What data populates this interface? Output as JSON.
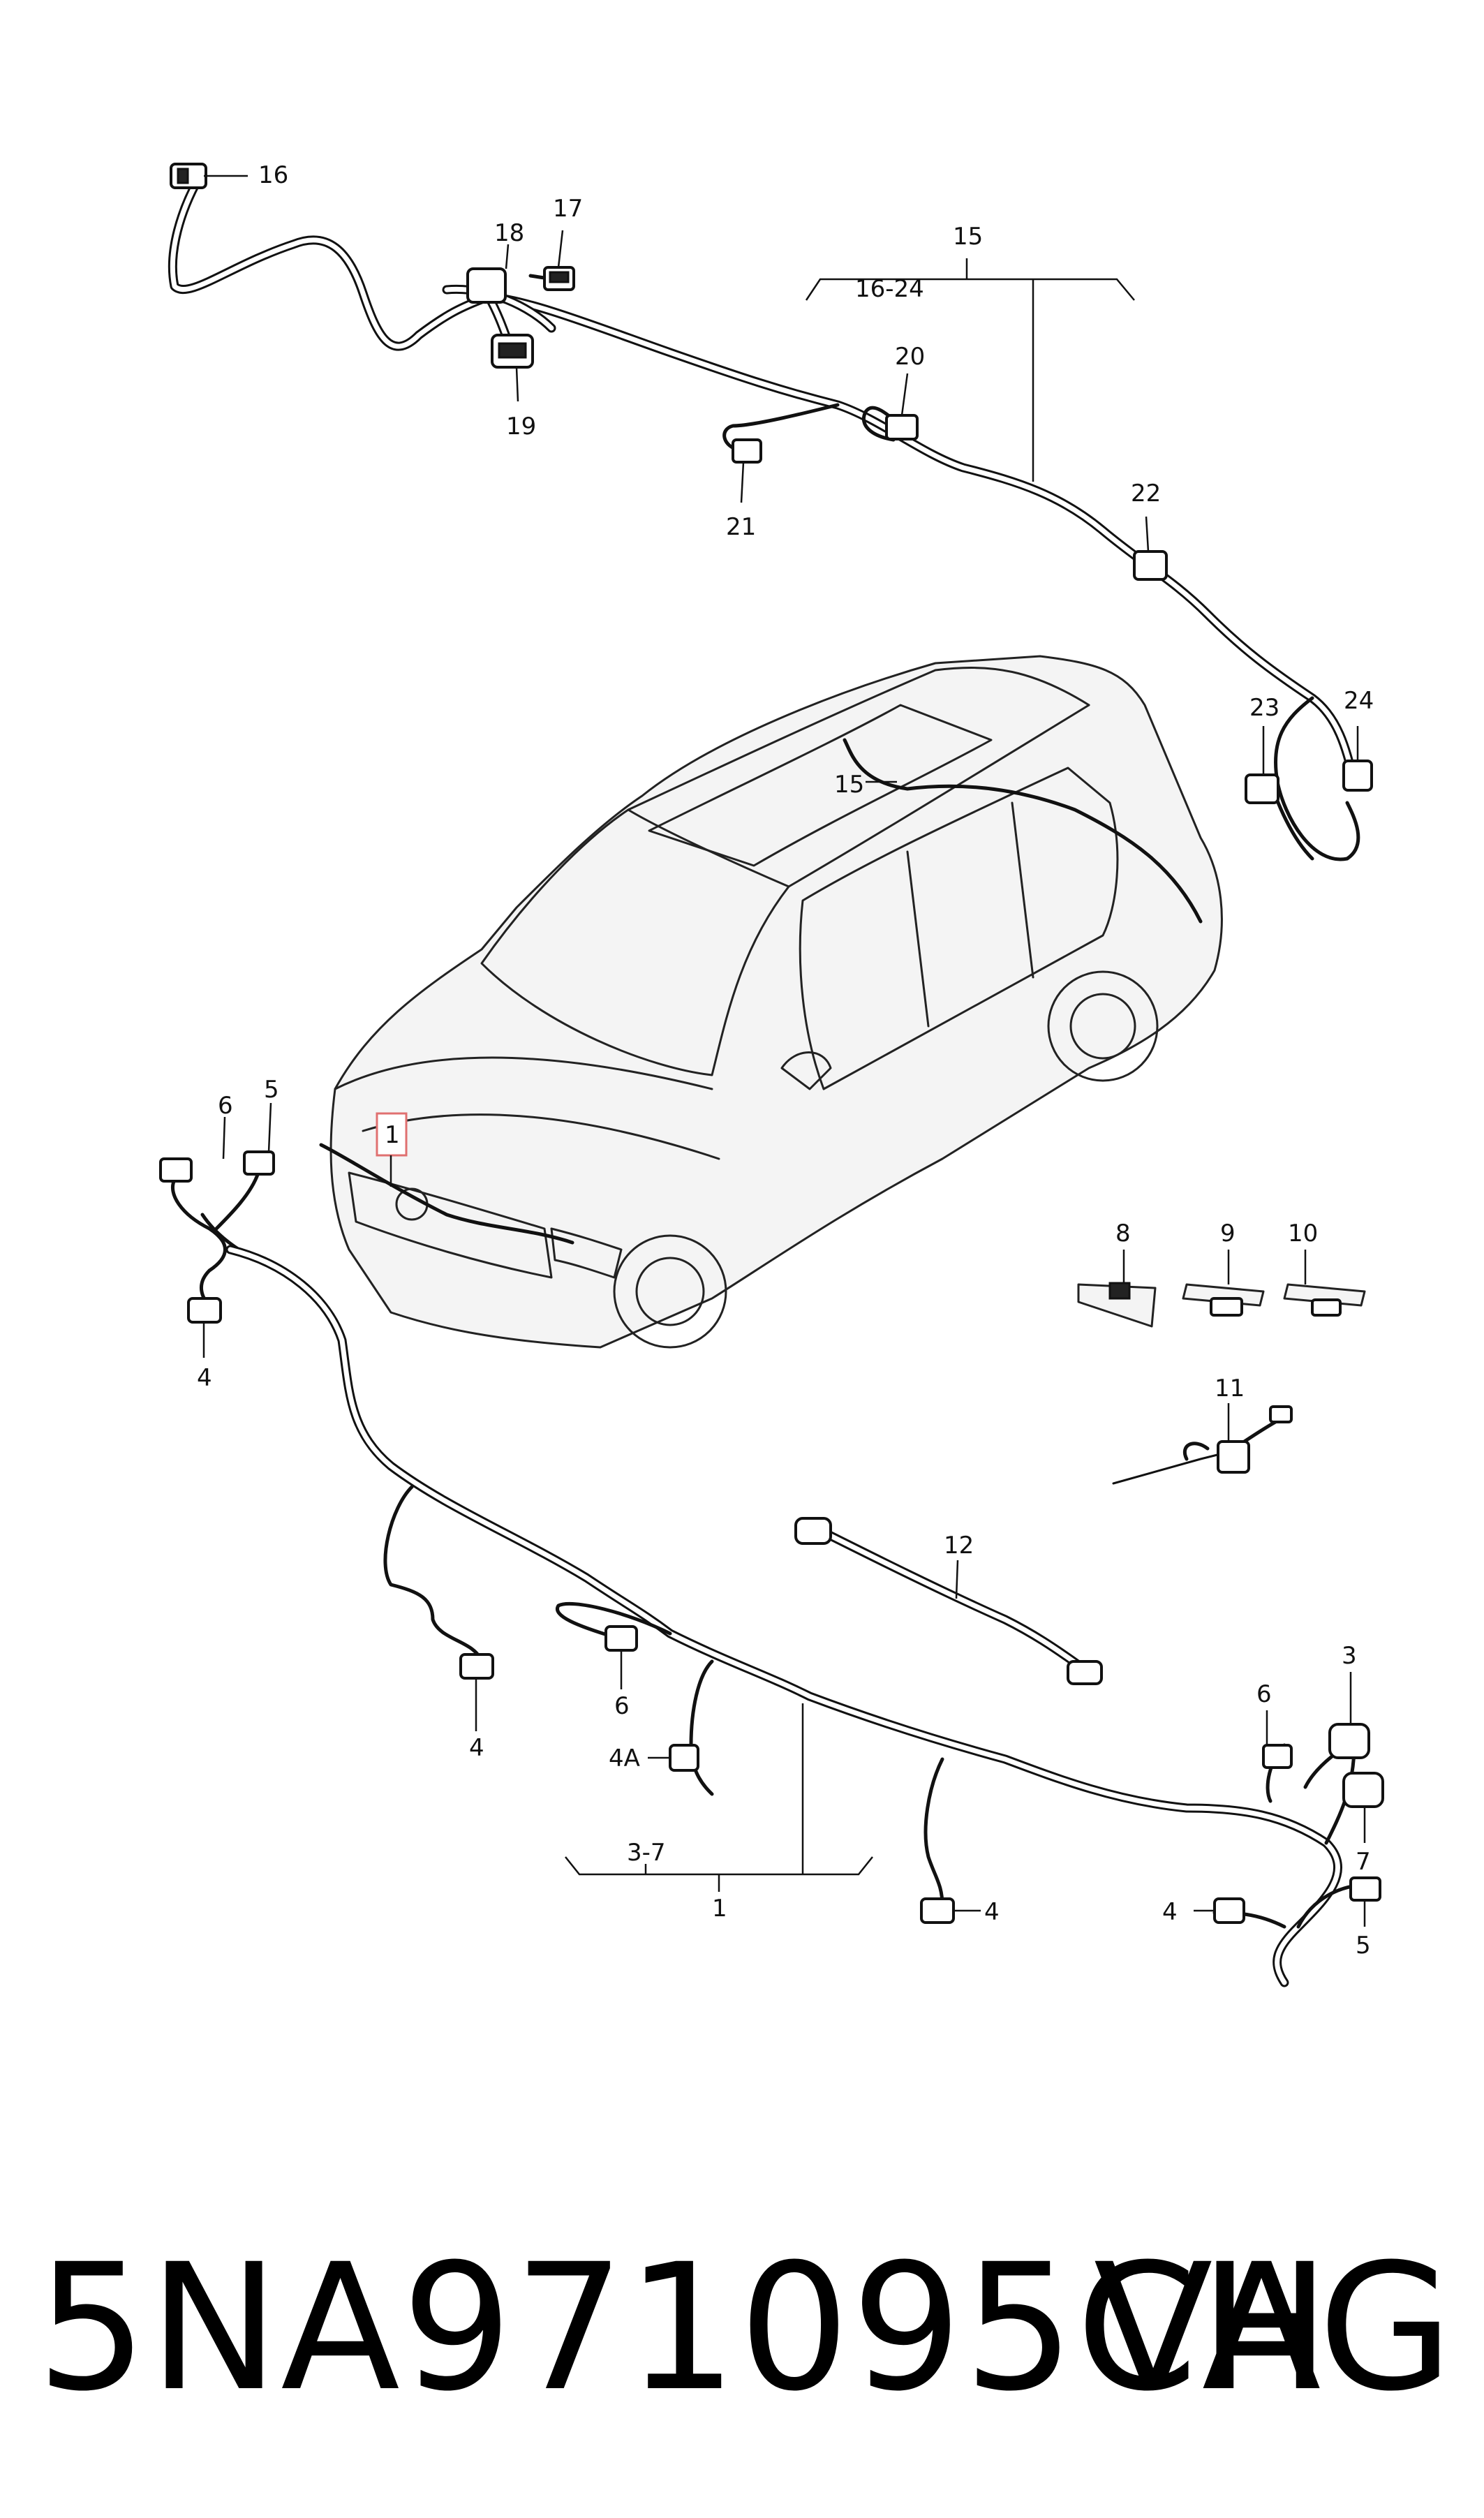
{
  "callouts": {
    "c16": "16",
    "c17": "17",
    "c18": "18",
    "c19": "19",
    "c15": "15",
    "c16_24": "16-24",
    "c20": "20",
    "c21": "21",
    "c22": "22",
    "c23": "23",
    "c24": "24",
    "c15_car": "15",
    "c1_box": "1",
    "c6_left": "6",
    "c5_left": "5",
    "c4_left": "4",
    "c8": "8",
    "c9": "9",
    "c10": "10",
    "c11": "11",
    "c12": "12",
    "c4_mid": "4",
    "c6_mid": "6",
    "c4a": "4A",
    "c3_7": "3-7",
    "c1_main": "1",
    "c4_lower": "4",
    "c3_right": "3",
    "c6_right": "6",
    "c7_right": "7",
    "c4_right": "4",
    "c5_right": "5"
  },
  "footer": {
    "part_number": "5NA971095CH",
    "brand": "VAG"
  },
  "colors": {
    "line": "#111111",
    "background": "#ffffff",
    "callout_box": "#e07070"
  }
}
